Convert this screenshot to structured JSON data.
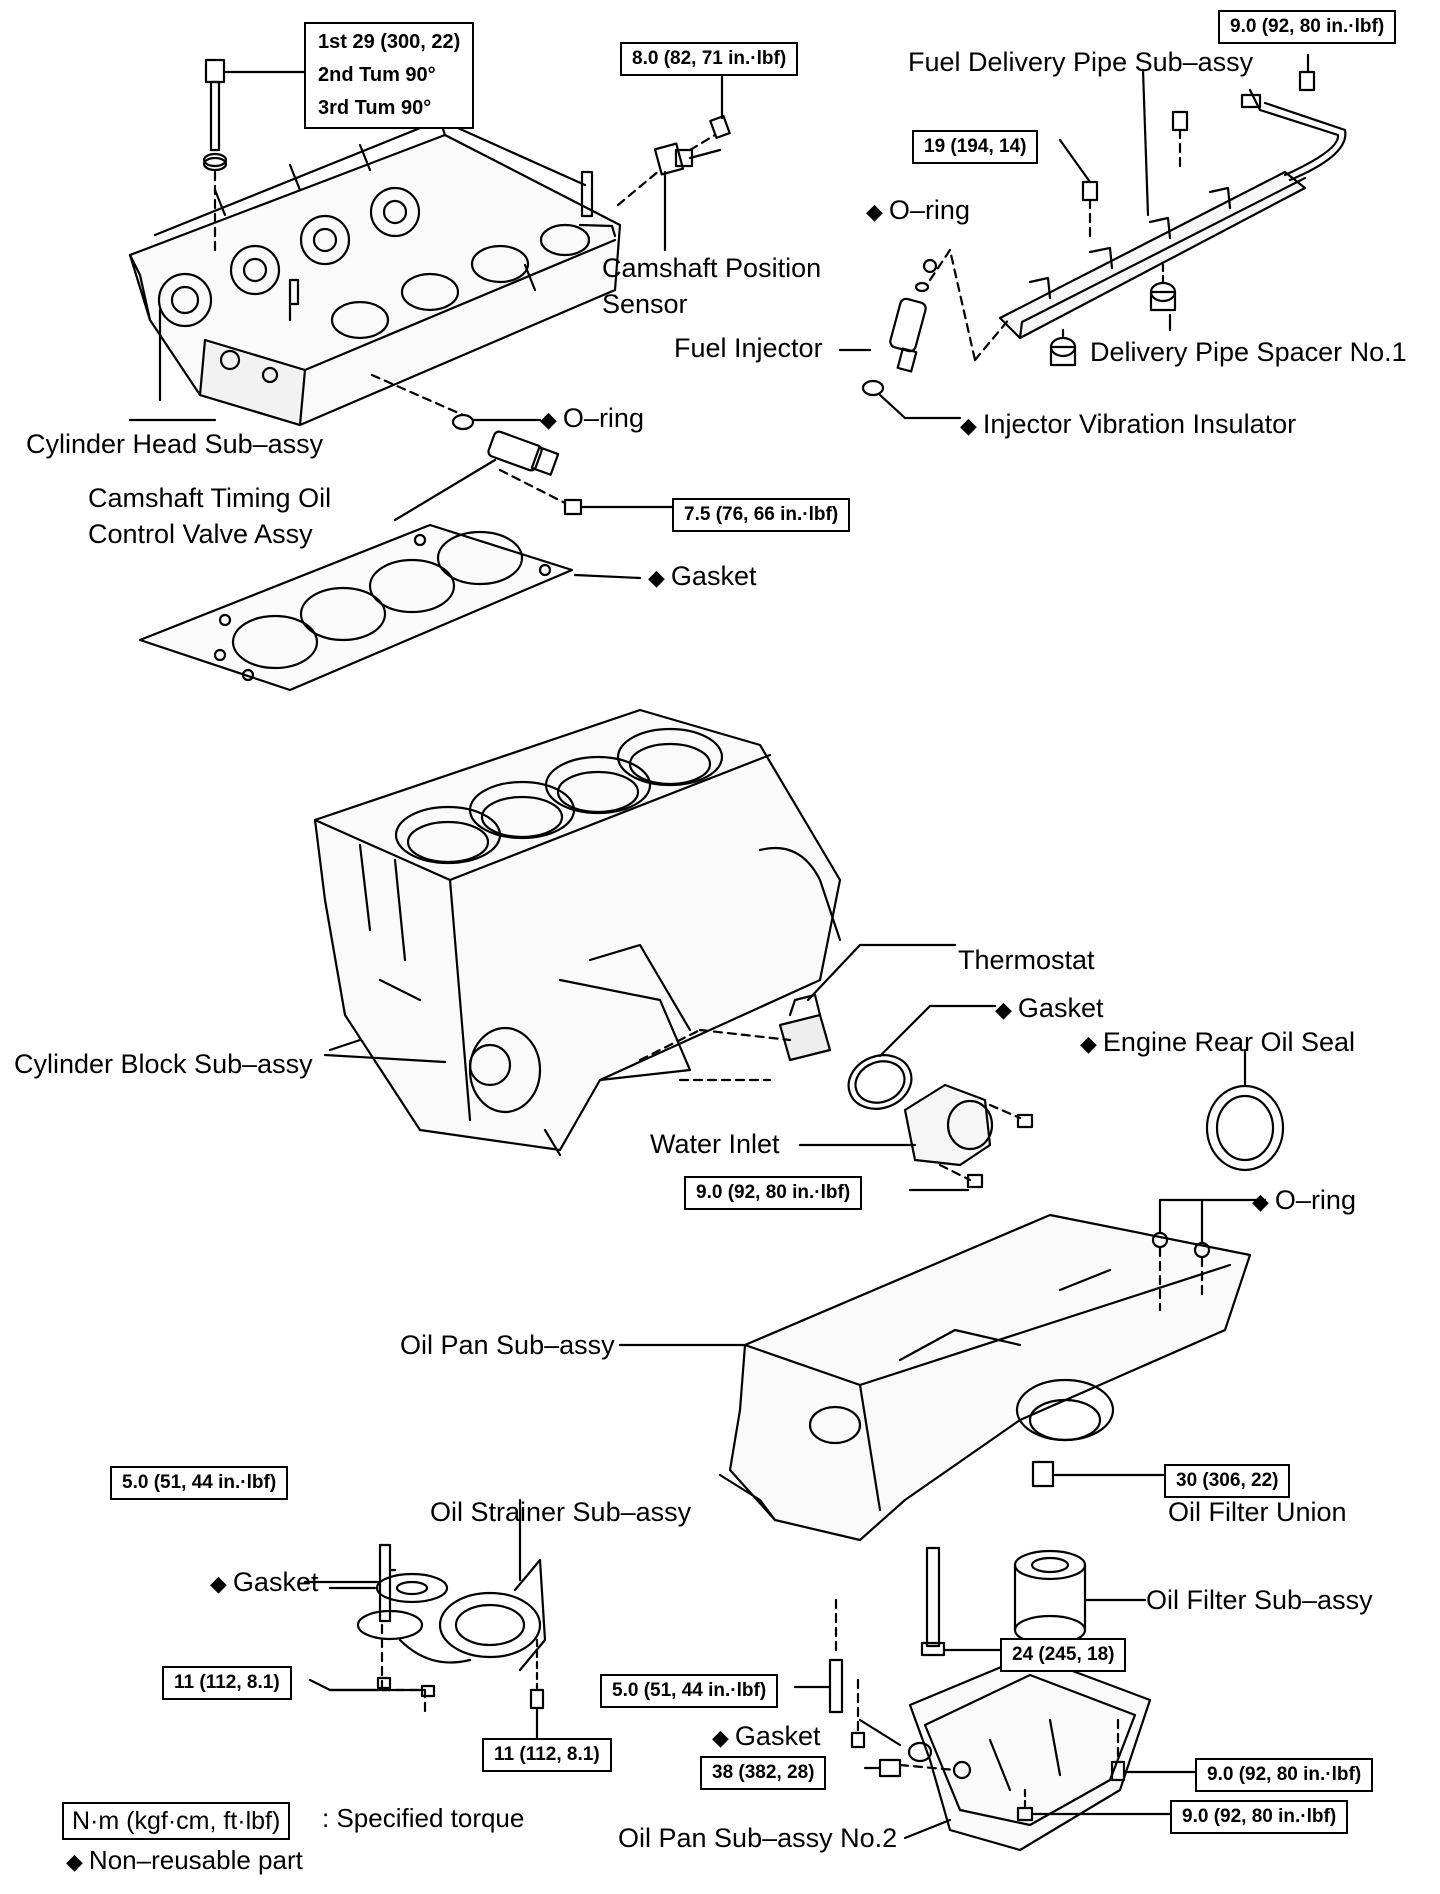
{
  "diamond_symbol": "◆",
  "labels": {
    "fuel_delivery_pipe": "Fuel Delivery Pipe Sub–assy",
    "camshaft_position_sensor_1": "Camshaft Position",
    "camshaft_position_sensor_2": "Sensor",
    "o_ring_injector": "O–ring",
    "fuel_injector": "Fuel Injector",
    "delivery_pipe_spacer": "Delivery Pipe Spacer No.1",
    "injector_vibration_insulator": "Injector Vibration Insulator",
    "cylinder_head": "Cylinder Head Sub–assy",
    "o_ring_ocv": "O–ring",
    "camshaft_ocv_1": "Camshaft Timing Oil",
    "camshaft_ocv_2": "Control Valve Assy",
    "gasket_head": "Gasket",
    "thermostat": "Thermostat",
    "gasket_thermostat": "Gasket",
    "engine_rear_oil_seal": "Engine Rear Oil Seal",
    "cylinder_block": "Cylinder Block Sub–assy",
    "water_inlet": "Water Inlet",
    "o_ring_pan": "O–ring",
    "oil_pan": "Oil Pan Sub–assy",
    "oil_strainer": "Oil Strainer Sub–assy",
    "gasket_strainer": "Gasket",
    "oil_filter_union": "Oil Filter Union",
    "oil_filter": "Oil Filter Sub–assy",
    "gasket_drain": "Gasket",
    "oil_pan_no2": "Oil Pan Sub–assy No.2"
  },
  "torque": {
    "head_bolt": [
      "1st 29 (300, 22)",
      "2nd Tum 90°",
      "3rd Tum 90°"
    ],
    "cam_sensor": "8.0 (82, 71 in.·lbf)",
    "fuel_pipe_top": "9.0 (92, 80 in.·lbf)",
    "delivery_pipe": "19 (194, 14)",
    "ocv": "7.5 (76, 66 in.·lbf)",
    "water_inlet": "9.0 (92, 80 in.·lbf)",
    "strainer_stud": "5.0 (51, 44 in.·lbf)",
    "filter_union": "30 (306, 22)",
    "pan_stud": "5.0 (51, 44 in.·lbf)",
    "pan_bolt": "24 (245, 18)",
    "strainer_nut": "11 (112, 8.1)",
    "strainer_bolt": "11 (112, 8.1)",
    "drain_plug": "38 (382, 28)",
    "pan2_bolt": "9.0 (92, 80 in.·lbf)",
    "pan2_nut": "9.0 (92, 80 in.·lbf)"
  },
  "legend": {
    "torque_unit": "N·m (kgf·cm, ft·lbf)",
    "torque_text": ": Specified torque",
    "non_reusable": "Non–reusable part"
  }
}
